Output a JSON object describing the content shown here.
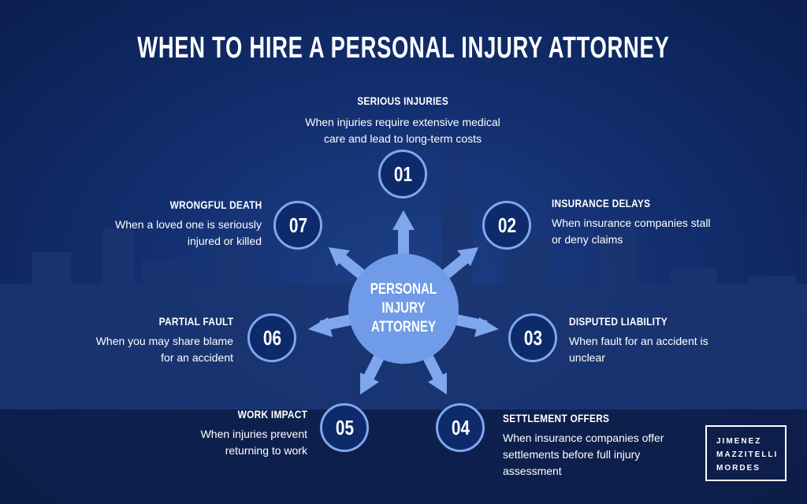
{
  "title": "WHEN TO HIRE A PERSONAL INJURY ATTORNEY",
  "center": "PERSONAL INJURY ATTORNEY",
  "items": [
    {
      "num": "01",
      "heading": "SERIOUS INJURIES",
      "text": "When injuries require extensive medical care and lead to long-term costs"
    },
    {
      "num": "02",
      "heading": "INSURANCE DELAYS",
      "text": "When insurance companies stall or deny claims"
    },
    {
      "num": "03",
      "heading": "DISPUTED LIABILITY",
      "text": "When fault for an accident is unclear"
    },
    {
      "num": "04",
      "heading": "SETTLEMENT OFFERS",
      "text": "When insurance companies offer settlements before full injury assessment"
    },
    {
      "num": "05",
      "heading": "WORK IMPACT",
      "text": "When injuries prevent returning to work"
    },
    {
      "num": "06",
      "heading": "PARTIAL FAULT",
      "text": "When you may share blame for an accident"
    },
    {
      "num": "07",
      "heading": "WRONGFUL DEATH",
      "text": "When a loved one is seriously injured or killed"
    }
  ],
  "logo": [
    "JIMENEZ",
    "MAZZITELLI",
    "MORDES"
  ],
  "colors": {
    "accent": "#6f9be8",
    "circle_fill": "#0d2a6b",
    "circle_border": "#7fa7ee"
  }
}
